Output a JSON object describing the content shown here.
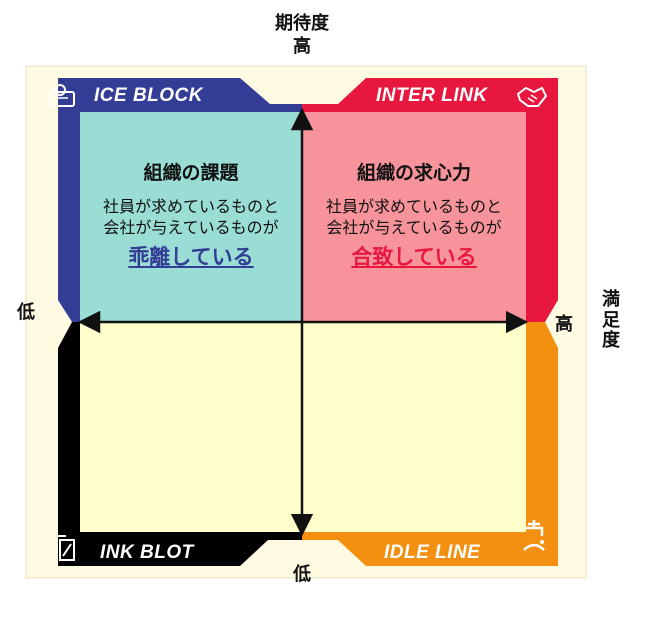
{
  "axes": {
    "expectation": {
      "name": "期待度",
      "high": "高",
      "low": "低"
    },
    "satisfaction": {
      "name": "満\n足\n度",
      "high": "高",
      "low": "低"
    }
  },
  "corners": {
    "top_left": "ICE BLOCK",
    "top_right": "INTER LINK",
    "bottom_left": "INK BLOT",
    "bottom_right": "IDLE LINE"
  },
  "quadrants": {
    "issue": {
      "title": "組織の課題",
      "line1": "社員が求めているものと",
      "line2": "会社が与えているものが",
      "keyword": "乖離している"
    },
    "attraction": {
      "title": "組織の求心力",
      "line1": "社員が求めているものと",
      "line2": "会社が与えているものが",
      "keyword": "合致している"
    }
  },
  "colors": {
    "ice_block": "#333d96",
    "inter_link": "#e8173f",
    "ink_blot": "#000000",
    "idle_line": "#f39012",
    "issue_fill": "#99ddd5",
    "attraction_fill": "#f7949b",
    "lower_fill": "#ffffcc",
    "issue_keyword": "#333d96",
    "attraction_keyword": "#e8173f"
  },
  "icons": {
    "top_left": "ice-block-icon",
    "top_right": "handshake-icon",
    "bottom_left": "ink-pen-icon",
    "bottom_right": "faucet-icon"
  }
}
